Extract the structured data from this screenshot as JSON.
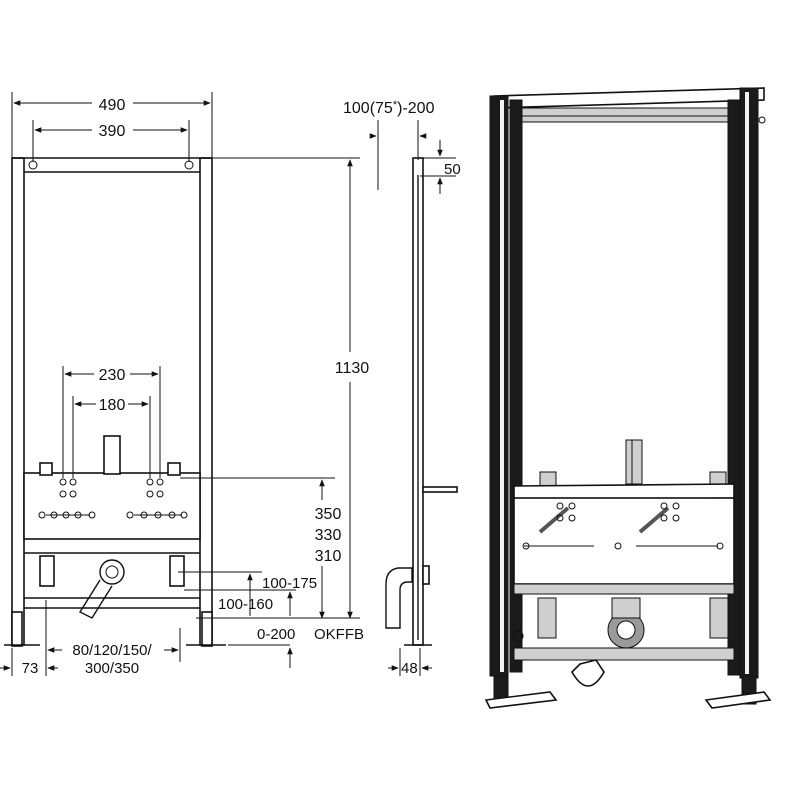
{
  "front_view": {
    "width_overall": "490",
    "width_mount": "390",
    "height_overall": "1130",
    "pipe_spacing_outer": "230",
    "pipe_spacing_inner": "180",
    "plate_heights": [
      "350",
      "330",
      "310"
    ],
    "drain_upper": "100-175",
    "drain_lower": "100-160",
    "foot_extension": "0-200",
    "floor_reference": "OKFFB",
    "drain_offsets_line1": "80/120/150/",
    "drain_offsets_line2": "300/350",
    "foot_offset": "73"
  },
  "side_view": {
    "depth_range_prefix": "100",
    "depth_range_paren": "(75",
    "depth_range_star": "*",
    "depth_range_suffix": ")-200",
    "top_offset": "50",
    "foot_depth": "48"
  },
  "colors": {
    "line": "#111111",
    "frame_dark": "#1a1a1a",
    "plate": "#cfcfcf"
  }
}
